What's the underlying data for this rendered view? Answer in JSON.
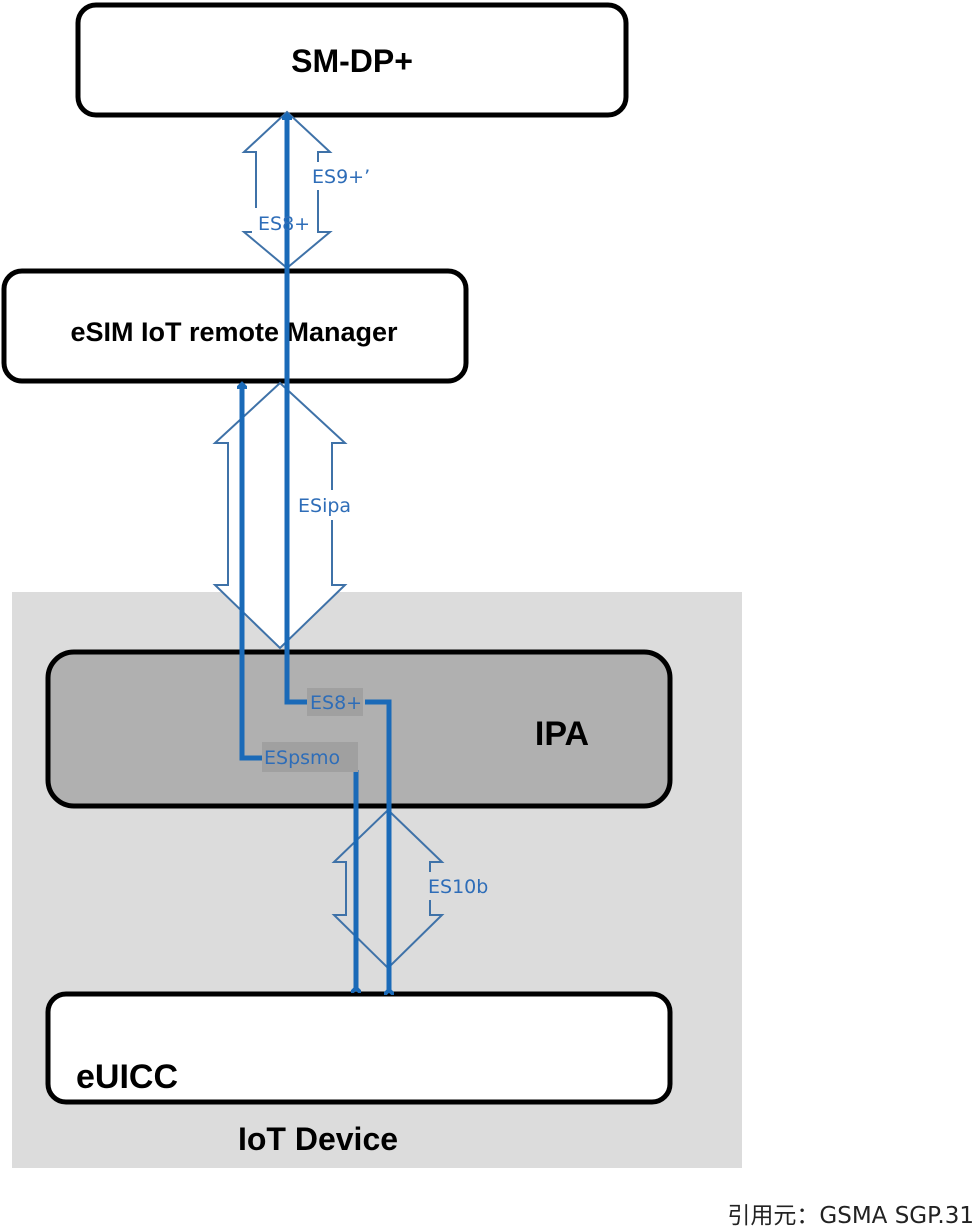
{
  "nodes": {
    "smdp": {
      "label": "SM-DP+"
    },
    "eim": {
      "label": "eSIM IoT remote Manager"
    },
    "ipa": {
      "label": "IPA"
    },
    "euicc": {
      "label": "eUICC"
    },
    "device": {
      "label": "IoT Device"
    }
  },
  "interfaces": {
    "es9": "ES9+’",
    "es8_top": "ES8+",
    "esipa": "ESipa",
    "es8_ipa": "ES8+",
    "espsmo": "ESpsmo",
    "es10b": "ES10b"
  },
  "colors": {
    "line_blue": "#1a6ab8",
    "outline_blue": "#3f72a8",
    "text_blue": "#2e6db8",
    "device_bg": "#dcdcdc",
    "ipa_bg": "#b0b0b0"
  },
  "caption": "引用元：GSMA SGP.31"
}
